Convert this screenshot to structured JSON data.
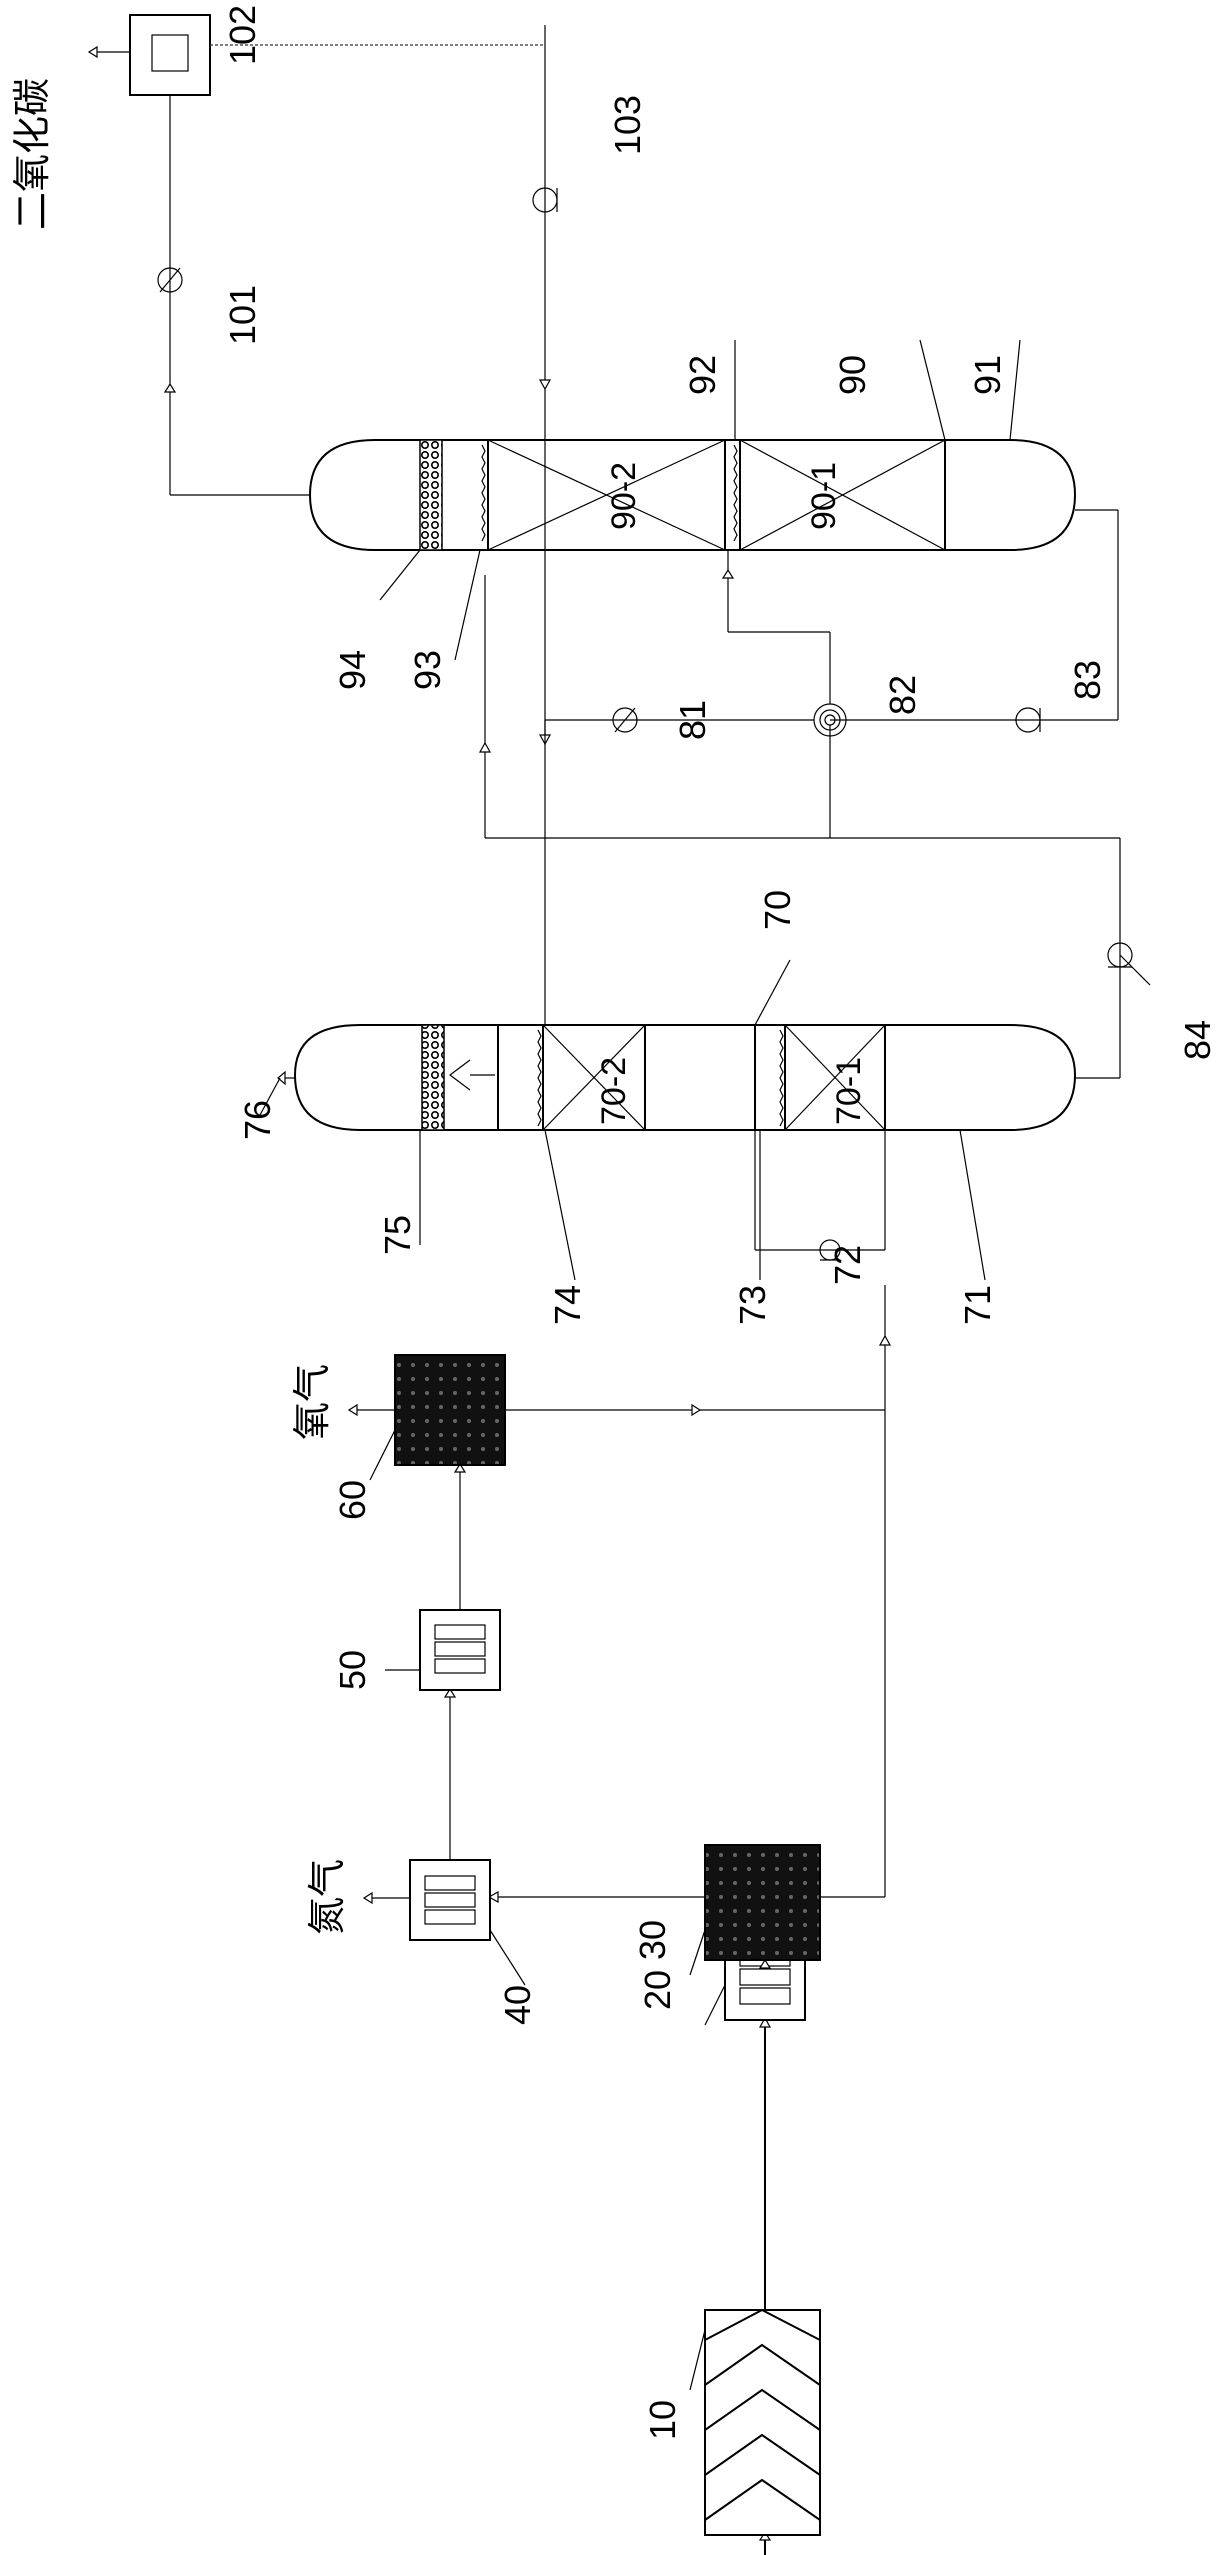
{
  "labels": {
    "n10": "10",
    "n20": "20",
    "n30": "30",
    "n40": "40",
    "n50": "50",
    "n60": "60",
    "n70": "70",
    "n70_1": "70-1",
    "n70_2": "70-2",
    "n71": "71",
    "n72": "72",
    "n73": "73",
    "n74": "74",
    "n75": "75",
    "n76": "76",
    "n81": "81",
    "n82": "82",
    "n83": "83",
    "n84": "84",
    "n90": "90",
    "n90_1": "90-1",
    "n90_2": "90-2",
    "n91": "91",
    "n92": "92",
    "n93": "93",
    "n94": "94",
    "n101": "101",
    "n102": "102",
    "n103": "103"
  },
  "outputs": {
    "nitrogen": "氮气",
    "oxygen": "氧气",
    "co2": "二氧化碳"
  }
}
